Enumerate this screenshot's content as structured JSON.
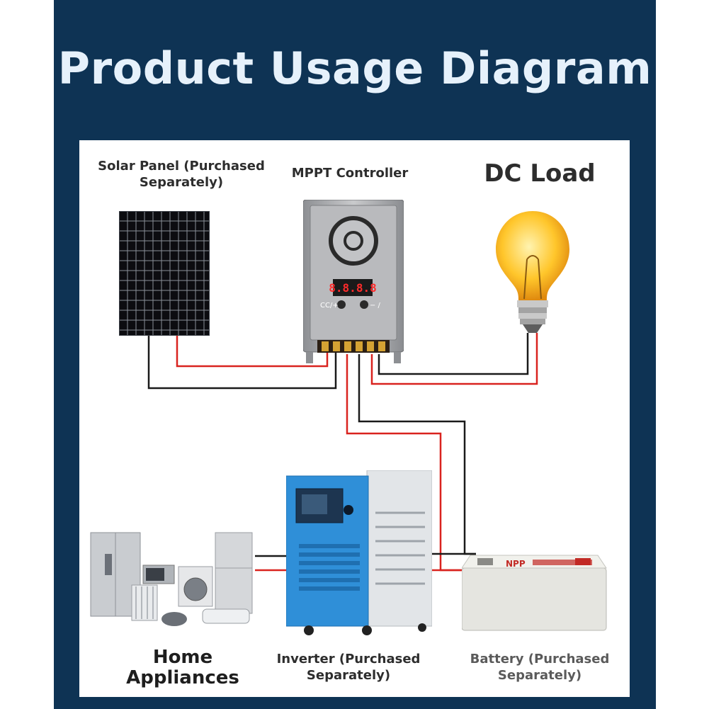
{
  "title": "Product Usage Diagram",
  "labels": {
    "solar_panel": "Solar Panel (Purchased Separately)",
    "controller": "MPPT Controller",
    "dc_load": "DC Load",
    "home_appliances": "Home Appliances",
    "inverter": "Inverter (Purchased Separately)",
    "battery": "Battery (Purchased Separately)"
  },
  "controller_display": "8.8.8.8",
  "battery_brand": "NPP",
  "colors": {
    "background": "#0e3354",
    "title": "#e6f1fb",
    "wire_positive": "#d9231f",
    "wire_negative": "#1a1a1a",
    "inverter_blue": "#2f8fd8"
  }
}
